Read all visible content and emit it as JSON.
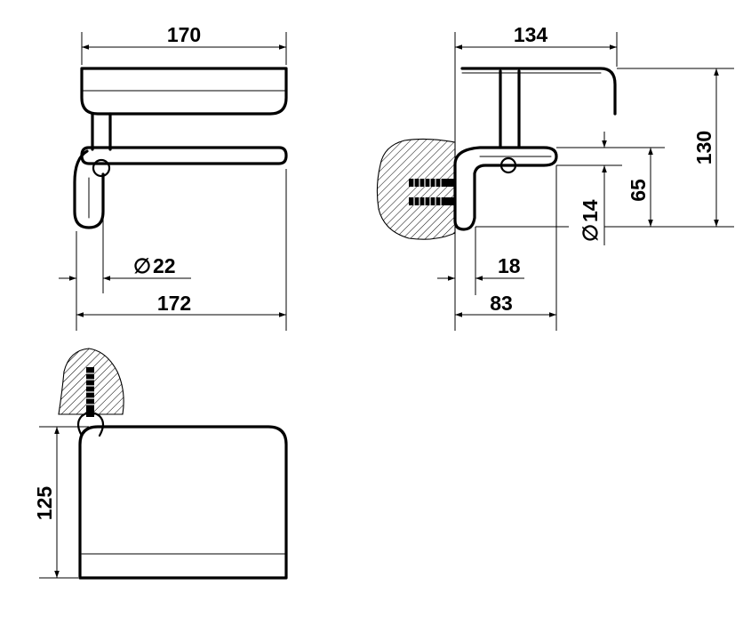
{
  "dimensions": {
    "top_width": "170",
    "side_depth": "134",
    "side_height": "130",
    "side_offset": "65",
    "roll_bar_diameter": "14",
    "bar_diameter": "22",
    "bottom_width": "172",
    "wall_clearance": "18",
    "bracket_depth": "83",
    "front_height": "125"
  },
  "symbols": {
    "diameter": "∅"
  }
}
